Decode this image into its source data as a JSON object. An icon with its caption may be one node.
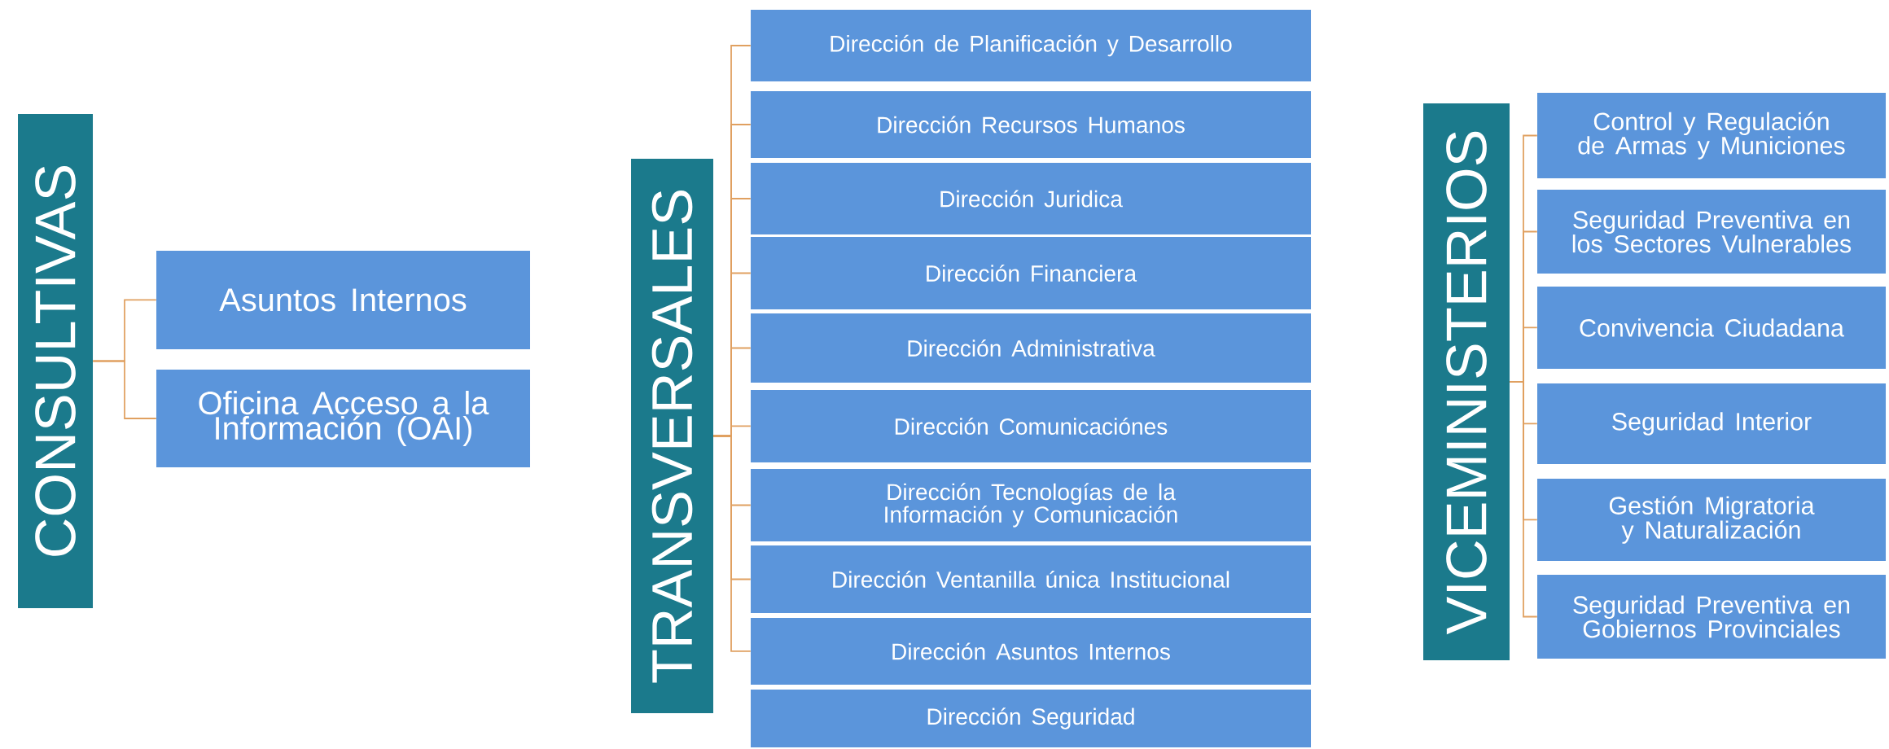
{
  "diagram": {
    "nodes": [
      {
        "text": [
          "CONSULTIVAS"
        ]
      },
      {
        "text": [
          "Asuntos Internos"
        ]
      },
      {
        "text": [
          "Oficina Acceso a la Información (OAI)"
        ]
      },
      {
        "text": [
          "TRANSVERSALES"
        ]
      },
      {
        "text": [
          "Dirección de Planificación y Desarrollo"
        ]
      },
      {
        "text": [
          "Dirección Recursos Humanos"
        ]
      },
      {
        "text": [
          "Dirección Juridica"
        ]
      },
      {
        "text": [
          "Dirección Financiera"
        ]
      },
      {
        "text": [
          "Dirección Administrativa"
        ]
      },
      {
        "text": [
          "Dirección Comunicaciónes"
        ]
      },
      {
        "text": [
          "Dirección Tecnologías de la Información y Comunicación"
        ]
      },
      {
        "text": [
          "Dirección Ventanilla única Institucional"
        ]
      },
      {
        "text": [
          "Dirección Asuntos Internos"
        ]
      },
      {
        "text": [
          "Dirección Seguridad"
        ]
      },
      {
        "text": [
          "VICEMINISTERIOS"
        ]
      },
      {
        "text": [
          "Control y Regulación de Armas y Municiones"
        ]
      },
      {
        "text": [
          "Seguridad Preventiva en los Sectores Vulnerables"
        ]
      },
      {
        "text": [
          "Convivencia Ciudadana"
        ]
      },
      {
        "text": [
          "Seguridad Interior"
        ]
      },
      {
        "text": [
          "Gestión Migratoria y Naturalización"
        ]
      },
      {
        "text": [
          "Seguridad Preventiva en Gobiernos Provinciales"
        ]
      }
    ],
    "edges": [
      {
        "from": 0,
        "to": 1,
        "arrow": "none"
      },
      {
        "from": 0,
        "to": 2,
        "arrow": "none"
      },
      {
        "from": 3,
        "to": 4,
        "arrow": "none"
      },
      {
        "from": 3,
        "to": 5,
        "arrow": "none"
      },
      {
        "from": 3,
        "to": 6,
        "arrow": "none"
      },
      {
        "from": 3,
        "to": 7,
        "arrow": "none"
      },
      {
        "from": 3,
        "to": 8,
        "arrow": "none"
      },
      {
        "from": 3,
        "to": 9,
        "arrow": "none"
      },
      {
        "from": 3,
        "to": 10,
        "arrow": "none"
      },
      {
        "from": 3,
        "to": 11,
        "arrow": "none"
      },
      {
        "from": 3,
        "to": 12,
        "arrow": "none"
      },
      {
        "from": 14,
        "to": 15,
        "arrow": "none"
      },
      {
        "from": 14,
        "to": 16,
        "arrow": "none"
      },
      {
        "from": 14,
        "to": 17,
        "arrow": "none"
      },
      {
        "from": 14,
        "to": 18,
        "arrow": "none"
      },
      {
        "from": 14,
        "to": 19,
        "arrow": "none"
      },
      {
        "from": 14,
        "to": 20,
        "arrow": "none"
      }
    ]
  }
}
